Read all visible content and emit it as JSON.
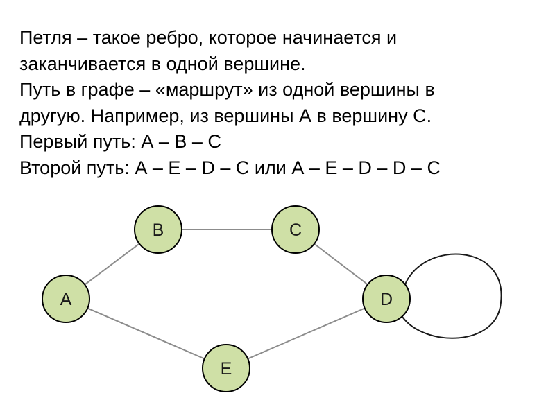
{
  "text": {
    "lines": [
      "Петля – такое ребро, которое начинается и",
      "заканчивается в одной вершине.",
      "Путь в графе – «маршрут» из одной вершины в",
      "другую. Например, из вершины А в вершину С.",
      "Первый путь: А – В – С",
      "Второй путь: А – Е – D – С или А – Е – D – D – С"
    ]
  },
  "graph": {
    "nodes": [
      {
        "id": "A",
        "label": "A"
      },
      {
        "id": "B",
        "label": "B"
      },
      {
        "id": "C",
        "label": "C"
      },
      {
        "id": "D",
        "label": "D"
      },
      {
        "id": "E",
        "label": "E"
      }
    ],
    "edges": [
      {
        "from": "A",
        "to": "B"
      },
      {
        "from": "B",
        "to": "C"
      },
      {
        "from": "C",
        "to": "D"
      },
      {
        "from": "A",
        "to": "E"
      },
      {
        "from": "E",
        "to": "D"
      }
    ],
    "loops": [
      {
        "node": "D"
      }
    ],
    "colors": {
      "node_fill": "#cfe0a6",
      "node_stroke": "#000000",
      "edge": "#8c8c8c",
      "loop": "#1a1a1a"
    }
  }
}
